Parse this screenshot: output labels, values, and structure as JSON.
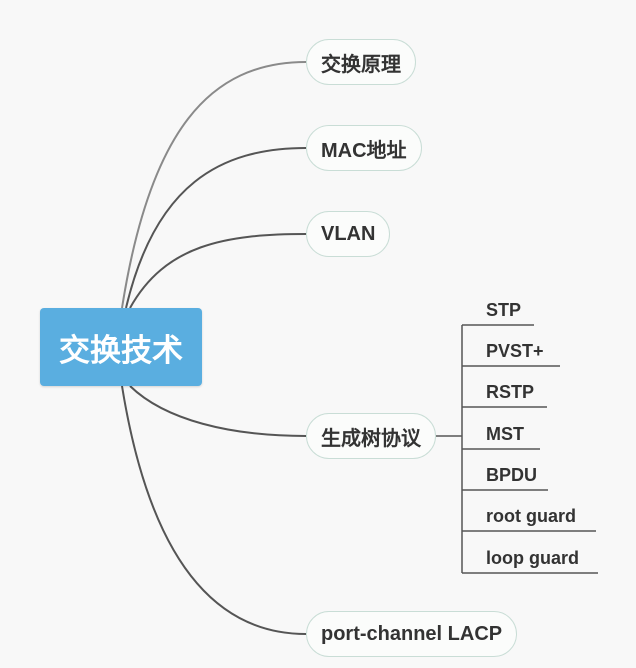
{
  "root": {
    "label": "交换技术"
  },
  "topics": [
    {
      "id": "t1",
      "label": "交换原理"
    },
    {
      "id": "t2",
      "label": "MAC地址"
    },
    {
      "id": "t3",
      "label": "VLAN"
    },
    {
      "id": "t4",
      "label": "生成树协议"
    },
    {
      "id": "t5",
      "label": "port-channel LACP"
    }
  ],
  "stp_subtopics": [
    "STP",
    "PVST+",
    "RSTP",
    "MST",
    "BPDU",
    "root guard",
    "loop guard"
  ],
  "colors": {
    "root_fill": "#5aaee0",
    "root_text": "#ffffff",
    "connector": "#555555",
    "topic_border": "#c9ddd6",
    "background": "#f8f8f8"
  }
}
